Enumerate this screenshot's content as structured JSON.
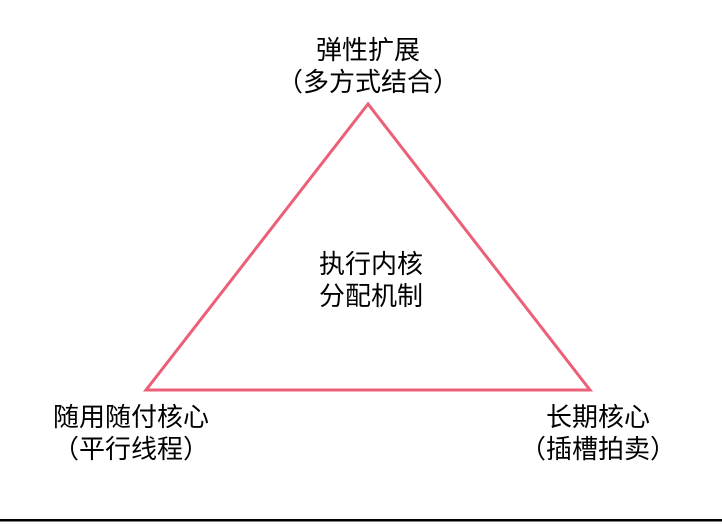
{
  "colors": {
    "background": "#FFFFFF",
    "text": "#000000",
    "divider": "#000000"
  },
  "diagram": {
    "triangle_color": "#EC5F78",
    "labels": {
      "top": {
        "line1": "弹性扩展",
        "line2": "（多方式结合）"
      },
      "center": {
        "line1": "执行内核",
        "line2": "分配机制"
      },
      "bottom_left": {
        "line1": "随用随付核心",
        "line2": "（平行线程）"
      },
      "bottom_right": {
        "line1": "长期核心",
        "line2": "（插槽拍卖）"
      }
    }
  }
}
